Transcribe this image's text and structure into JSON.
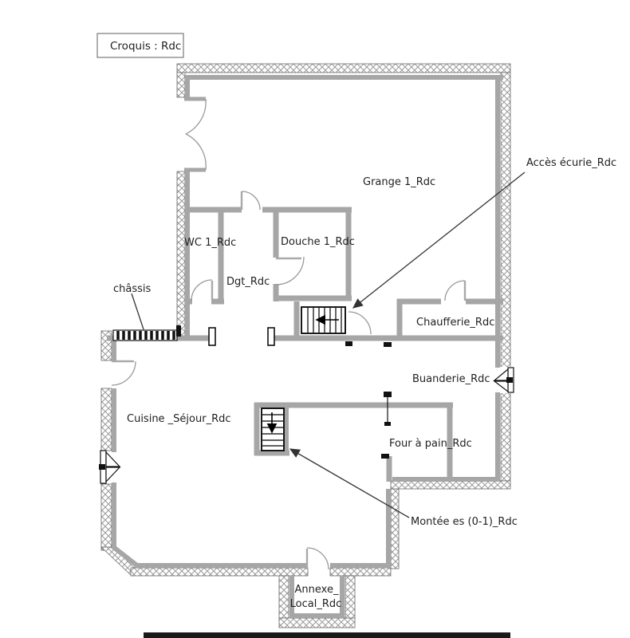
{
  "title": {
    "label": "Croquis : Rdc"
  },
  "rooms": {
    "grange": "Grange 1_Rdc",
    "wc": "WC 1_Rdc",
    "douche": "Douche 1_Rdc",
    "dgt": "Dgt_Rdc",
    "chaufferie": "Chaufferie_Rdc",
    "buanderie": "Buanderie_Rdc",
    "cuisine_sejour": "Cuisine _Séjour_Rdc",
    "four_a_pain": "Four à pain_Rdc",
    "annexe_line1": "Annexe_",
    "annexe_line2": "Local_Rdc"
  },
  "annotations": {
    "acces_ecurie": "Accès écurie_Rdc",
    "chassis": "châssis",
    "montee": "Montée es (0-1)_Rdc"
  },
  "symbols": {
    "stair_upper": "stair-flight-arrow-left",
    "stair_lower": "stair-flight-arrow-down",
    "entrance": "double-swing-door",
    "doors": "quarter-arc-door",
    "window_left": "bowtie-window",
    "window_right": "bowtie-window",
    "chassis_window": "striped-chassis-window"
  },
  "colors": {
    "wall": "#a6a6a6",
    "hatch_line": "#9a9a9a",
    "wall_outline": "#666666",
    "text": "#1f1f1f",
    "arrow": "#333333",
    "stair_outline": "#000000"
  }
}
